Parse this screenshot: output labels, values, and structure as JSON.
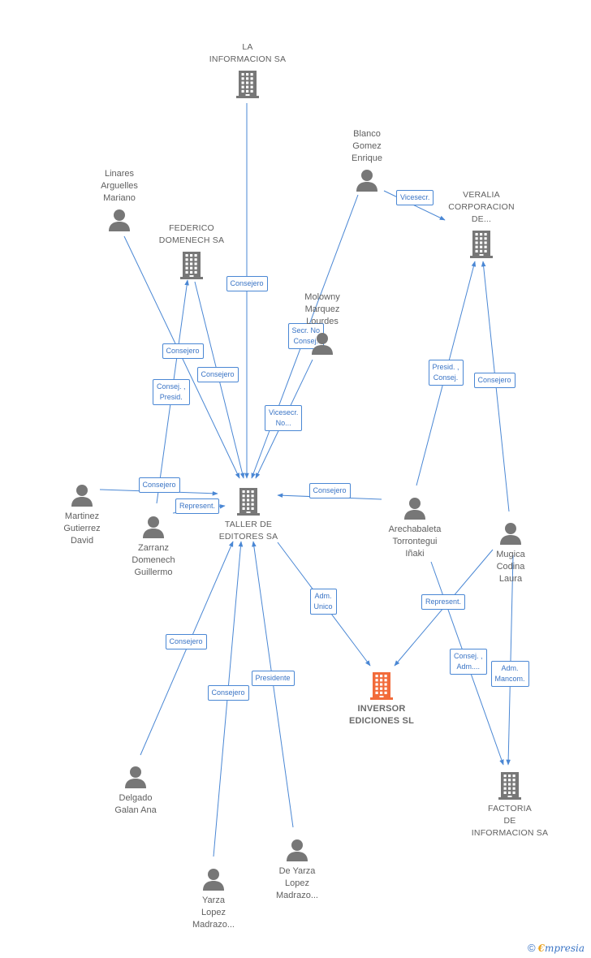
{
  "colors": {
    "edge": "#4a87d4",
    "node_gray": "#777777",
    "node_highlight": "#f26b3a"
  },
  "nodes": [
    {
      "id": "la_informacion",
      "type": "company",
      "lines": [
        "LA",
        "INFORMACION SA"
      ]
    },
    {
      "id": "blanco",
      "type": "person",
      "lines": [
        "Blanco",
        "Gomez",
        "Enrique"
      ]
    },
    {
      "id": "linares",
      "type": "person",
      "lines": [
        "Linares",
        "Arguelles",
        "Mariano"
      ]
    },
    {
      "id": "veralia",
      "type": "company",
      "lines": [
        "VERALIA",
        "CORPORACION",
        "DE..."
      ]
    },
    {
      "id": "federico",
      "type": "company",
      "lines": [
        "FEDERICO",
        "DOMENECH SA"
      ]
    },
    {
      "id": "molowny",
      "type": "person",
      "lines": [
        "Molowny",
        "Marquez",
        "Lourdes"
      ]
    },
    {
      "id": "martinez",
      "type": "person",
      "lines": [
        "Martinez",
        "Gutierrez",
        "David"
      ]
    },
    {
      "id": "taller",
      "type": "company",
      "lines": [
        "TALLER DE",
        "EDITORES SA"
      ]
    },
    {
      "id": "zarranz",
      "type": "person",
      "lines": [
        "Zarranz",
        "Domenech",
        "Guillermo"
      ]
    },
    {
      "id": "archabaleta",
      "type": "person",
      "lines": [
        "Arechabaleta",
        "Torrontegui",
        "Iñaki"
      ]
    },
    {
      "id": "mugica",
      "type": "person",
      "lines": [
        "Mugica",
        "Codina",
        "Laura"
      ]
    },
    {
      "id": "inversor",
      "type": "company-main",
      "lines": [
        "INVERSOR",
        "EDICIONES SL"
      ]
    },
    {
      "id": "delgado",
      "type": "person",
      "lines": [
        "Delgado",
        "Galan Ana"
      ]
    },
    {
      "id": "factoria",
      "type": "company",
      "lines": [
        "FACTORIA",
        "DE",
        "INFORMACION SA"
      ]
    },
    {
      "id": "deyarza",
      "type": "person",
      "lines": [
        "De Yarza",
        "Lopez",
        "Madrazo..."
      ]
    },
    {
      "id": "yarza",
      "type": "person",
      "lines": [
        "Yarza",
        "Lopez",
        "Madrazo..."
      ]
    }
  ],
  "edges": [
    {
      "from": "la_informacion",
      "to": "taller",
      "labels": [
        "Consejero"
      ]
    },
    {
      "from": "linares",
      "to": "taller",
      "labels": [
        "Consejero"
      ]
    },
    {
      "from": "federico",
      "to": "taller",
      "labels": [
        "Consejero"
      ]
    },
    {
      "from": "zarranz",
      "to": "federico",
      "labels": [
        "Consej. ,",
        "Presid."
      ]
    },
    {
      "from": "blanco",
      "to": "taller",
      "labels": [
        "Secr. No",
        "Consej."
      ]
    },
    {
      "from": "molowny",
      "to": "taller",
      "labels": [
        "Vicesecr.",
        "No..."
      ]
    },
    {
      "from": "blanco",
      "to": "veralia",
      "labels": [
        "Vicesecr."
      ]
    },
    {
      "from": "martinez",
      "to": "taller",
      "labels": [
        "Consejero"
      ]
    },
    {
      "from": "zarranz",
      "to": "taller",
      "labels": [
        "Represent."
      ]
    },
    {
      "from": "archabaleta",
      "to": "taller",
      "labels": [
        "Consejero"
      ]
    },
    {
      "from": "archabaleta",
      "to": "veralia",
      "labels": [
        "Presid. ,",
        "Consej."
      ]
    },
    {
      "from": "mugica",
      "to": "veralia",
      "labels": [
        "Consejero"
      ]
    },
    {
      "from": "taller",
      "to": "inversor",
      "labels": [
        "Adm.",
        "Unico"
      ]
    },
    {
      "from": "mugica",
      "to": "inversor",
      "labels": [
        "Represent."
      ]
    },
    {
      "from": "archabaleta",
      "to": "factoria",
      "labels": [
        "Consej. ,",
        "Adm...."
      ]
    },
    {
      "from": "mugica",
      "to": "factoria",
      "labels": [
        "Adm.",
        "Mancom."
      ]
    },
    {
      "from": "delgado",
      "to": "taller",
      "labels": [
        "Consejero"
      ]
    },
    {
      "from": "yarza",
      "to": "taller",
      "labels": [
        "Consejero"
      ]
    },
    {
      "from": "deyarza",
      "to": "taller",
      "labels": [
        "Presidente"
      ]
    }
  ],
  "brand": {
    "copyright": "©",
    "e": "€",
    "rest": "mpresia"
  }
}
